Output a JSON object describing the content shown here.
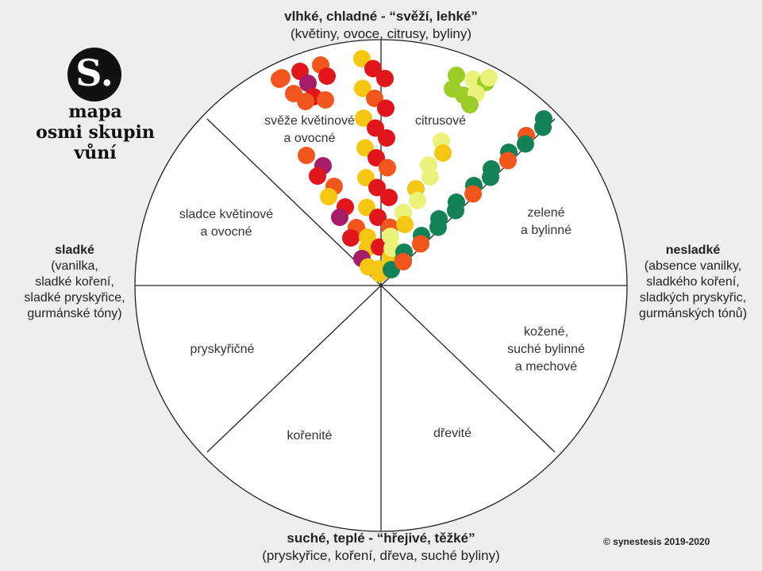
{
  "logo": {
    "letter": "S."
  },
  "map_title": {
    "line1": "mapa",
    "line2": "osmi skupin",
    "line3": "vůní"
  },
  "top_axis": {
    "title": "vlhké, chladné - “svěží, lehké”",
    "subtitle": "(květiny, ovoce, citrusy, byliny)"
  },
  "bottom_axis": {
    "title": "suché, teplé - “hřejivé, těžké”",
    "subtitle": "(pryskyřice, koření, dřeva, suché byliny)"
  },
  "left_axis": {
    "title": "sladké",
    "lines": [
      "(vanilka,",
      "sladké koření,",
      "sladké pryskyřice,",
      "gurmánské tóny)"
    ]
  },
  "right_axis": {
    "title": "nesladké",
    "lines": [
      "(absence vanilky,",
      "sladkého koření,",
      "sladkých pryskyřic,",
      "gurmánských tónů)"
    ]
  },
  "segments": {
    "fresh_floral": [
      "svěže květinové",
      "a ovocné"
    ],
    "citrus": [
      "citrusové"
    ],
    "green": [
      "zelené",
      "a bylinné"
    ],
    "sweet_floral": [
      "sladce květinové",
      "a ovocné"
    ],
    "resinous": [
      "pryskyřičné"
    ],
    "leather": [
      "kožené,",
      "suché bylinné",
      "a mechové"
    ],
    "spicy": [
      "kořenité"
    ],
    "woody": [
      "dřevité"
    ]
  },
  "copyright": "© synestesis 2019-2020",
  "colors": {
    "red": "#e0161c",
    "orange": "#f2561d",
    "purple": "#a61c68",
    "yellow": "#f6c712",
    "pale_yellow": "#eaf27a",
    "lime": "#9ccc28",
    "dark_green": "#148257",
    "line": "#222222"
  },
  "dot_trails": [
    {
      "name": "fresh floral cluster",
      "colors": [
        "orange",
        "red",
        "purple"
      ]
    },
    {
      "name": "sweet floral trail",
      "colors": [
        "orange",
        "red",
        "purple",
        "yellow"
      ]
    },
    {
      "name": "red-yellow trail",
      "colors": [
        "red",
        "yellow",
        "orange"
      ]
    },
    {
      "name": "pale yellow trail",
      "colors": [
        "pale_yellow",
        "yellow"
      ]
    },
    {
      "name": "citrus cluster",
      "colors": [
        "lime",
        "pale_yellow"
      ]
    },
    {
      "name": "green trail",
      "colors": [
        "dark_green",
        "orange"
      ]
    }
  ]
}
